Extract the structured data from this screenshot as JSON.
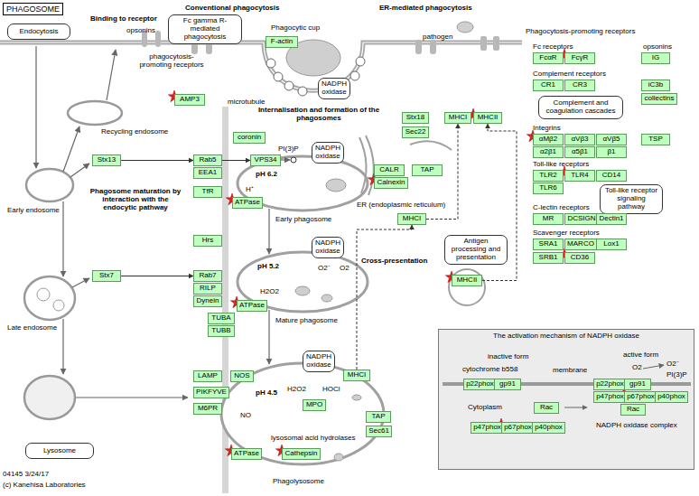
{
  "diagram": {
    "title": "PHAGOSOME",
    "nodes": [
      {
        "text": [
          "Endocytosis"
        ]
      },
      {
        "text": [
          "Fc gamma R-mediated phagocytosis"
        ]
      },
      {
        "text": [
          "F-actin"
        ]
      },
      {
        "text": [
          "AMP3"
        ]
      },
      {
        "text": [
          "coronin"
        ]
      },
      {
        "text": [
          "NADPH oxidase"
        ]
      },
      {
        "text": [
          "Stx18"
        ]
      },
      {
        "text": [
          "Sec22"
        ]
      },
      {
        "text": [
          "MHCI"
        ]
      },
      {
        "text": [
          "MHCII"
        ]
      },
      {
        "text": [
          "Stx13"
        ]
      },
      {
        "text": [
          "Rab5"
        ]
      },
      {
        "text": [
          "EEA1"
        ]
      },
      {
        "text": [
          "VPS34"
        ]
      },
      {
        "text": [
          "TfR"
        ]
      },
      {
        "text": [
          "NADPH oxidase"
        ]
      },
      {
        "text": [
          "ATPase"
        ]
      },
      {
        "text": [
          "CALR"
        ]
      },
      {
        "text": [
          "TAP"
        ]
      },
      {
        "text": [
          "Calnexin"
        ]
      },
      {
        "text": [
          "MHCI"
        ]
      },
      {
        "text": [
          "Hrs"
        ]
      },
      {
        "text": [
          "NADPH oxidase"
        ]
      },
      {
        "text": [
          "Stx7"
        ]
      },
      {
        "text": [
          "Rab7"
        ]
      },
      {
        "text": [
          "RILP"
        ]
      },
      {
        "text": [
          "Dynein"
        ]
      },
      {
        "text": [
          "TUBA"
        ]
      },
      {
        "text": [
          "TUBB"
        ]
      },
      {
        "text": [
          "ATPase"
        ]
      },
      {
        "text": [
          "Antigen processing and presentation"
        ]
      },
      {
        "text": [
          "MHCII"
        ]
      },
      {
        "text": [
          "LAMP"
        ]
      },
      {
        "text": [
          "NOS"
        ]
      },
      {
        "text": [
          "PIKFYVE"
        ]
      },
      {
        "text": [
          "M6PR"
        ]
      },
      {
        "text": [
          "NADPH oxidase"
        ]
      },
      {
        "text": [
          "MHCI"
        ]
      },
      {
        "text": [
          "MPO"
        ]
      },
      {
        "text": [
          "TAP"
        ]
      },
      {
        "text": [
          "Sec61"
        ]
      },
      {
        "text": [
          "ATPase"
        ]
      },
      {
        "text": [
          "Cathepsin"
        ]
      },
      {
        "text": [
          "Lysosome"
        ]
      },
      {
        "text": [
          "FcαR"
        ]
      },
      {
        "text": [
          "FcγR"
        ]
      },
      {
        "text": [
          "IG"
        ]
      },
      {
        "text": [
          "CR1"
        ]
      },
      {
        "text": [
          "CR3"
        ]
      },
      {
        "text": [
          "iC3b"
        ]
      },
      {
        "text": [
          "collectins"
        ]
      },
      {
        "text": [
          "Complement and coagulation cascades"
        ]
      },
      {
        "text": [
          "αMβ2"
        ]
      },
      {
        "text": [
          "αVβ3"
        ]
      },
      {
        "text": [
          "αVβ5"
        ]
      },
      {
        "text": [
          "TSP"
        ]
      },
      {
        "text": [
          "α2β1"
        ]
      },
      {
        "text": [
          "α5β1"
        ]
      },
      {
        "text": [
          "β1"
        ]
      },
      {
        "text": [
          "TLR2"
        ]
      },
      {
        "text": [
          "TLR4"
        ]
      },
      {
        "text": [
          "CD14"
        ]
      },
      {
        "text": [
          "TLR6"
        ]
      },
      {
        "text": [
          "Toll-like receptor signaling pathway"
        ]
      },
      {
        "text": [
          "MR"
        ]
      },
      {
        "text": [
          "DCSIGN"
        ]
      },
      {
        "text": [
          "Dectin1"
        ]
      },
      {
        "text": [
          "SRA1"
        ]
      },
      {
        "text": [
          "MARCO"
        ]
      },
      {
        "text": [
          "Lox1"
        ]
      },
      {
        "text": [
          "SRB1"
        ]
      },
      {
        "text": [
          "CD36"
        ]
      },
      {
        "text": [
          "The activation mechanism of NADPH oxidase"
        ]
      },
      {
        "text": [
          "p22phox"
        ],
        "in": 72
      },
      {
        "text": [
          "gp91"
        ],
        "in": 72
      },
      {
        "text": [
          "Rac"
        ],
        "in": 72
      },
      {
        "text": [
          "p47phox"
        ],
        "in": 72
      },
      {
        "text": [
          "p67phox"
        ],
        "in": 72
      },
      {
        "text": [
          "p40phox"
        ],
        "in": 72
      },
      {
        "text": [
          "p22phox"
        ],
        "in": 72
      },
      {
        "text": [
          "gp91"
        ],
        "in": 72
      },
      {
        "text": [
          "p47phox"
        ],
        "in": 72
      },
      {
        "text": [
          "p67phox"
        ],
        "in": 72
      },
      {
        "text": [
          "p40phox"
        ],
        "in": 72
      },
      {
        "text": [
          "Rac"
        ],
        "in": 72
      }
    ],
    "edges": [
      {
        "from": 10,
        "to": 11,
        "arrow": "to"
      },
      {
        "from": 23,
        "to": 24,
        "arrow": "to"
      },
      {
        "from": 11,
        "to": 13,
        "arrow": "to"
      },
      {
        "from": 31,
        "to": 9,
        "arrow": "to"
      },
      {
        "from": 20,
        "to": 8,
        "arrow": "to"
      },
      {
        "from": 37,
        "to": 20,
        "arrow": "to"
      }
    ],
    "labels": [
      "Conventional phagocytosis",
      "ER-mediated phagocytosis",
      "Binding to receptor",
      "opsonins",
      "phagocytosis-promoting receptors",
      "Phagocytic cup",
      "pathogen",
      "Phagocytosis-promoting receptors",
      "Fc receptors",
      "opsonins",
      "Complement receptors",
      "microtubule",
      "Internalisation and formation of the phagosomes",
      "Recycling endosome",
      "Integrins",
      "PI(3)P",
      "Phagosome maturation by interaction with the endocytic pathway",
      "pH 6.2",
      "H⁺",
      "Toll-like receptors",
      "Early endosome",
      "Early phagosome",
      "ER (endoplasmic reticulum)",
      "C-lectin receptors",
      "Scavenger receptors",
      "Cross-presentation",
      "pH 5.2",
      "O2⁻",
      "O2",
      "H2O2",
      "Late endosome",
      "Mature phagosome",
      "pH 4.5",
      "H2O2",
      "HOCl",
      "NO",
      "lysosomal acid hydrolases",
      "Phagolysosome",
      "inactive form",
      "cytochrome b558",
      "membrane",
      "active form",
      "O2",
      "O2⁻",
      "PI(3)P",
      "Cytoplasm",
      "NADPH oxidase complex",
      "04145 3/24/17",
      "(c) Kanehisa Laboratories"
    ]
  }
}
